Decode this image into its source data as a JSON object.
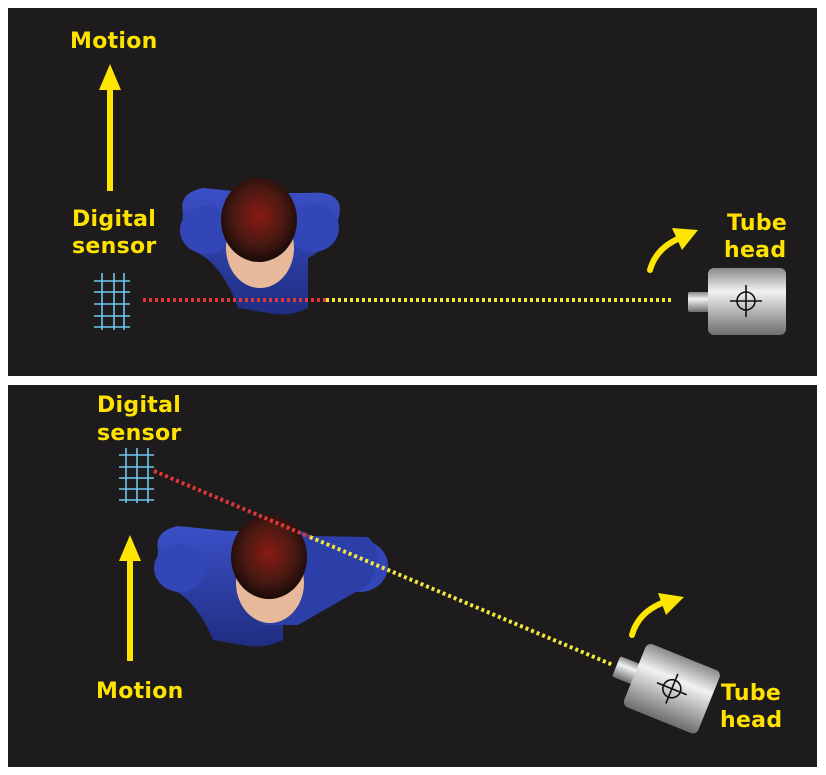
{
  "colors": {
    "background": "#1d1b1b",
    "label": "#ffe200",
    "arrow": "#ffe600",
    "beam_near": "#e0383a",
    "beam_far": "#f2e93a",
    "sensor_grid": "#6fc8ee",
    "shirt": "#2c3fa8",
    "hair": "#3a1510",
    "tube_body": "#cfcfcf",
    "floor_line": "#c9872a"
  },
  "panels": [
    {
      "motion_label": "Motion",
      "sensor_label_line1": "Digital",
      "sensor_label_line2": "sensor",
      "tube_label_line1": "Tube",
      "tube_label_line2": "head"
    },
    {
      "motion_label": "Motion",
      "sensor_label_line1": "Digital",
      "sensor_label_line2": "sensor",
      "tube_label_line1": "Tube",
      "tube_label_line2": "head"
    }
  ],
  "icons": {
    "motion_arrow": "up-arrow-icon",
    "rotation_arrow": "curved-arrow-icon",
    "target": "crosshair-icon",
    "sensor": "grid-icon"
  }
}
